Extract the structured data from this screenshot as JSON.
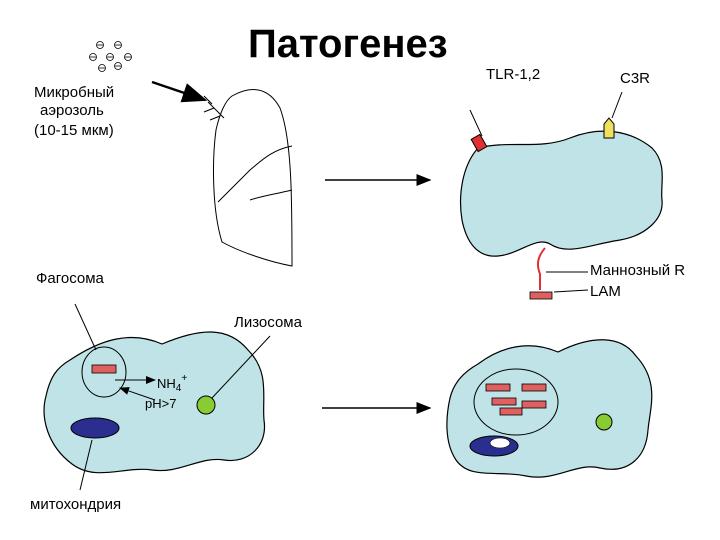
{
  "title": "Патогенез",
  "labels": {
    "aerosol_line1": "Микробный",
    "aerosol_line2": "аэрозоль",
    "aerosol_line3": "(10-15 мкм)",
    "tlr": "TLR-1,2",
    "c3r": "C3R",
    "mannose_r": "Маннозный R",
    "lam": "LAM",
    "phagosome": "Фагосома",
    "lysosome": "Лизосома",
    "nh4_base": "NH",
    "nh4_sub": "4",
    "nh4_sup": "+",
    "ph": "pH>7",
    "mitochondria": "митохондрия"
  },
  "colors": {
    "cell_fill": "#bfe3e6",
    "receptor_red": "#e03030",
    "receptor_yellow": "#f0e060",
    "bacteria_red": "#e06060",
    "mitochondria_blue": "#2a2f8f",
    "lysosome_green": "#88cc33"
  }
}
